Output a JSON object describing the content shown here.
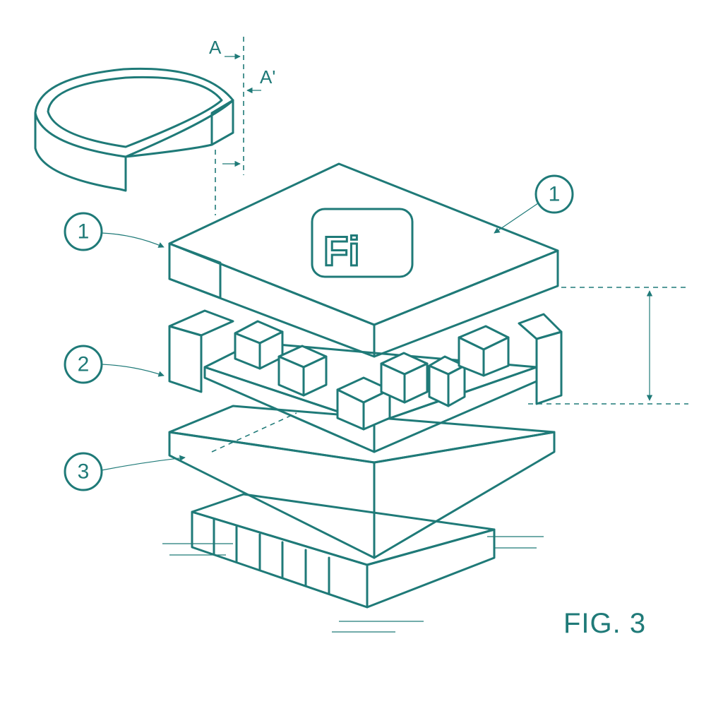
{
  "figure": {
    "label": "FIG. 3",
    "ink_color": "#1f7a78",
    "background": "#ffffff"
  },
  "section_markers": {
    "a": "A",
    "a_prime": "A'"
  },
  "callouts": [
    {
      "id": "callout-1-left",
      "number": "1"
    },
    {
      "id": "callout-1-right",
      "number": "1"
    },
    {
      "id": "callout-2",
      "number": "2"
    },
    {
      "id": "callout-3",
      "number": "3"
    }
  ],
  "logo": {
    "text": "Fi"
  },
  "icons": [
    "arrow-icon",
    "dimension-arrow-icon"
  ]
}
